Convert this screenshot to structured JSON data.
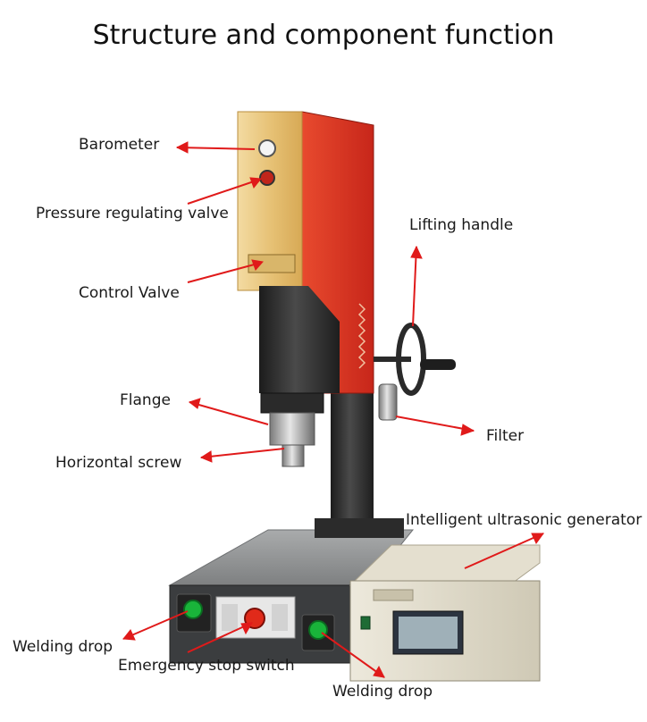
{
  "title": "Structure and component function",
  "labels": {
    "barometer": "Barometer",
    "pressure_valve": "Pressure regulating valve",
    "control_valve": "Control Valve",
    "flange": "Flange",
    "horizontal_screw": "Horizontal screw",
    "lifting_handle": "Lifting handle",
    "filter": "Filter",
    "generator": "Intelligent ultrasonic generator",
    "welding_drop_left": "Welding drop",
    "emergency_stop": "Emergency stop switch",
    "welding_drop_right": "Welding drop"
  },
  "colors": {
    "arrow": "#e01a1a",
    "gold_panel": "#e8c57a",
    "red_panel": "#e0321f",
    "machine_dark": "#2a2a2a",
    "base_gray": "#8d8f90",
    "generator_box": "#d9d4c3",
    "button_green": "#19b43a",
    "button_red": "#e02a1a"
  }
}
